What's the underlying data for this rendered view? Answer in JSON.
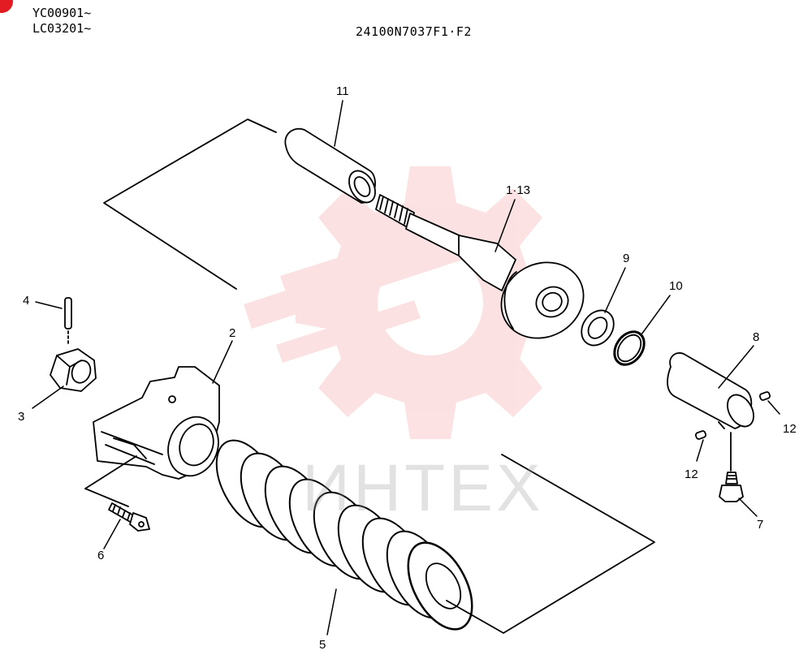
{
  "header": {
    "serial_1": "YC00901~",
    "serial_2": "LC03201~",
    "part_number": "24100N7037F1·F2"
  },
  "watermark": {
    "text": "ИНТЕХ",
    "color": "#f07a7a"
  },
  "callouts": {
    "c1": "1·13",
    "c2": "2",
    "c3": "3",
    "c4": "4",
    "c5": "5",
    "c6": "6",
    "c7": "7",
    "c8": "8",
    "c9": "9",
    "c10": "10",
    "c11": "11",
    "c12a": "12",
    "c12b": "12"
  }
}
